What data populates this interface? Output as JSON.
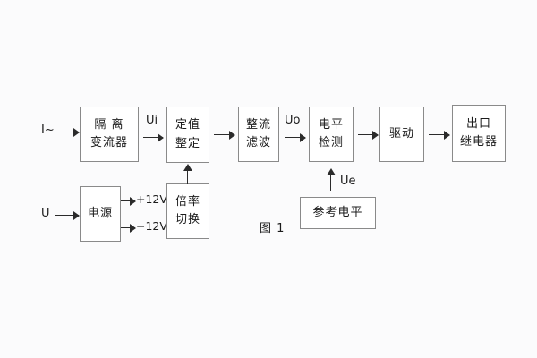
{
  "figure": {
    "caption": "图 1",
    "background_color": "#fbfbfc",
    "box_border_color": "#8a8a8a",
    "arrow_color": "#2b2b2b"
  },
  "inputs": {
    "current": "I~",
    "voltage": "U"
  },
  "blocks": {
    "isolation_ct": {
      "line1": "隔 离",
      "line2": "变流器"
    },
    "setting": {
      "line1": "定值",
      "line2": "整定"
    },
    "rectify_filter": {
      "line1": "整流",
      "line2": "滤波"
    },
    "level_detect": {
      "line1": "电平",
      "line2": "检测"
    },
    "drive": {
      "line1": "驱动"
    },
    "output_relay": {
      "line1": "出口",
      "line2": "继电器"
    },
    "power_supply": {
      "line1": "电源"
    },
    "multiplier_switch": {
      "line1": "倍率",
      "line2": "切换"
    },
    "reference_level": {
      "line1": "参考电平"
    }
  },
  "signals": {
    "ui": "Ui",
    "uo": "Uo",
    "ue": "Ue",
    "rail_positive": "+12V",
    "rail_negative": "−12V"
  }
}
